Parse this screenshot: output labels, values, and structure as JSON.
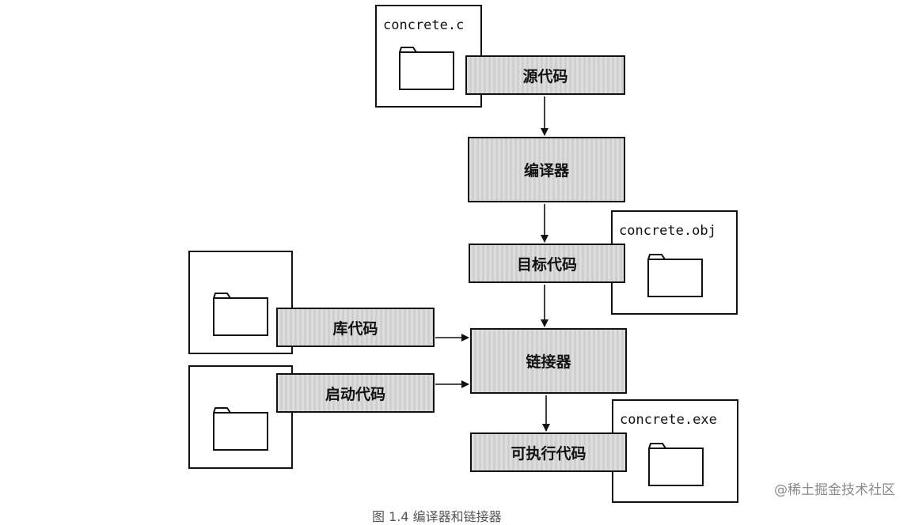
{
  "files": {
    "source": "concrete.c",
    "object": "concrete.obj",
    "executable": "concrete.exe"
  },
  "steps": {
    "source_code": "源代码",
    "compiler": "编译器",
    "object_code": "目标代码",
    "library_code": "库代码",
    "startup_code": "启动代码",
    "linker": "链接器",
    "executable_code": "可执行代码"
  },
  "icons": {
    "file_icon": "folder-icon",
    "arrow": "arrow-down-icon"
  },
  "watermark": "@稀土掘金技术社区",
  "caption": "图 1.4 编译器和链接器"
}
